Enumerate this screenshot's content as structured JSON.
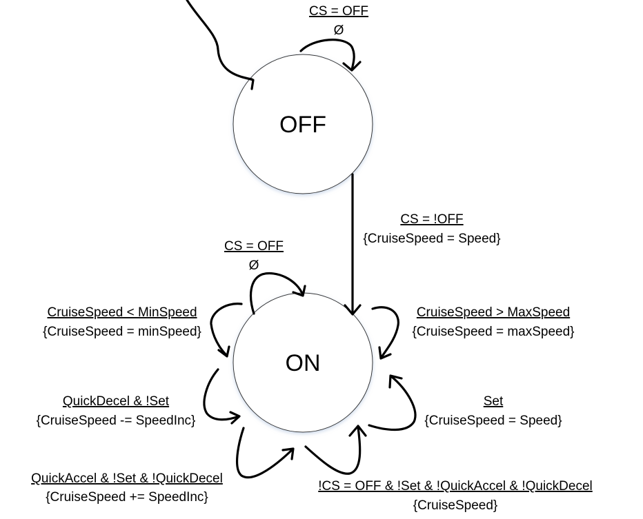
{
  "states": {
    "off": {
      "label": "OFF"
    },
    "on": {
      "label": "ON"
    }
  },
  "transitions": {
    "off_self": {
      "guard": "CS = OFF",
      "action": "Ø"
    },
    "off_to_on": {
      "guard": "CS = !OFF",
      "action": "{CruiseSpeed = Speed}"
    },
    "on_self_off": {
      "guard": "CS = OFF",
      "action": "Ø"
    },
    "on_min": {
      "guard": "CruiseSpeed < MinSpeed",
      "action": "{CruiseSpeed = minSpeed}"
    },
    "on_max": {
      "guard": "CruiseSpeed > MaxSpeed",
      "action": "{CruiseSpeed = maxSpeed}"
    },
    "on_decel": {
      "guard": "QuickDecel & !Set",
      "action": "{CruiseSpeed -= SpeedInc}"
    },
    "on_set": {
      "guard": "Set",
      "action": "{CruiseSpeed = Speed}"
    },
    "on_accel": {
      "guard": "QuickAccel & !Set & !QuickDecel",
      "action": "{CruiseSpeed += SpeedInc}"
    },
    "on_idle": {
      "guard": "!CS = OFF & !Set & !QuickAccel & !QuickDecel",
      "action": "{CruiseSpeed}"
    }
  }
}
